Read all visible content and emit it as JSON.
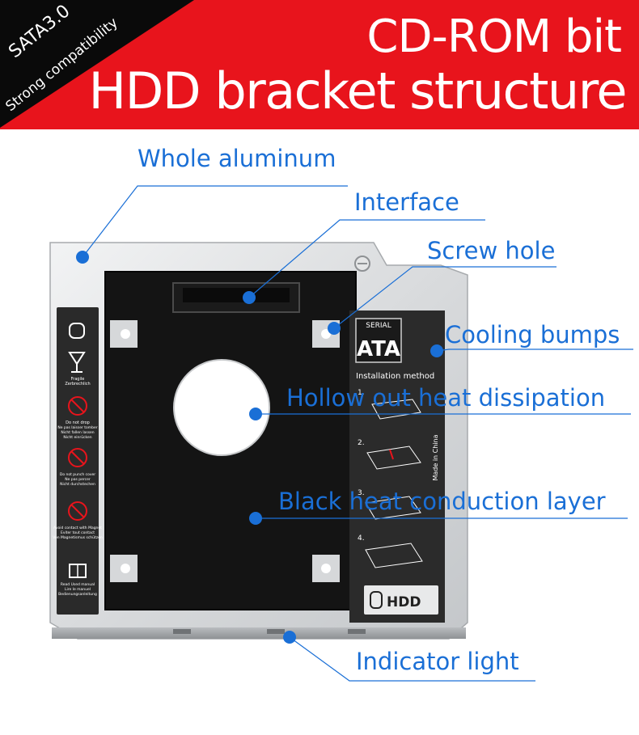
{
  "header": {
    "title_line1": "CD-ROM bit",
    "title_line2": "HDD bracket structure",
    "badge_line1": "SATA3.0",
    "badge_line2": "Strong compatibility",
    "bg_color": "#e8141c",
    "corner_color": "#0a0a0a"
  },
  "callouts": [
    "Whole aluminum",
    "Interface",
    "Screw hole",
    "Cooling bumps",
    "Hollow out heat dissipation",
    "Black heat conduction layer",
    "Indicator light"
  ],
  "label_panel": {
    "serial": "SERIAL",
    "ata": "ATA",
    "install_title": "Installation method",
    "steps": [
      "1.",
      "2.",
      "3.",
      "4."
    ],
    "made_in": "Made in China",
    "hdd": "HDD"
  },
  "warnings": [
    "Fragile",
    "Zerbrechlich",
    "Do not drop",
    "Ne pas laisser tomber",
    "Nicht fallen lassen",
    "Nicht einrücken",
    "Do not punch cover",
    "Ne pas percer",
    "Nicht durchstechen",
    "Avoid contact with Magnet",
    "Eviter tout contact",
    "Von Magnetismus schützen",
    "Read Used manual",
    "Lire le manuel",
    "Bedienungsanleitung"
  ],
  "colors": {
    "accent": "#1a6fd6",
    "tray": "#d6d8da",
    "black_layer": "#141414"
  }
}
